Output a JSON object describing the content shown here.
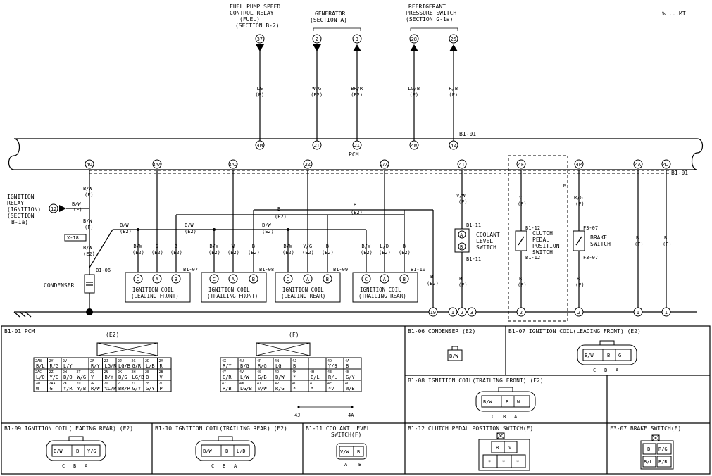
{
  "mt_note": "% ...MT",
  "top_components": {
    "fuel_pump": [
      "FUEL PUMP SPEED",
      "CONTROL RELAY",
      "(FUEL)",
      "(SECTION B-2)"
    ],
    "generator": [
      "GENERATOR",
      "(SECTION A)"
    ],
    "refrigerant": [
      "REFRIGERANT",
      "PRESSURE SWITCH",
      "(SECTION G-1a)"
    ]
  },
  "top_pins": [
    {
      "pin": "37",
      "wire": "LG",
      "conn": "(F)",
      "pcm": "4M"
    },
    {
      "pin": "2",
      "wire": "W/G",
      "conn": "(E2)",
      "pcm": "2T"
    },
    {
      "pin": "3",
      "wire": "BR/R",
      "conn": "(E2)",
      "pcm": "2I"
    },
    {
      "pin": "28",
      "wire": "LG/B",
      "conn": "(F)",
      "pcm": "4W"
    },
    {
      "pin": "25",
      "wire": "R/B",
      "conn": "(F)",
      "pcm": "4Z"
    }
  ],
  "pcm_label": "PCM",
  "b101": "B1-01",
  "bottom_pins": [
    "4O",
    "2AA",
    "2AD",
    "2Z",
    "2AC",
    "4T",
    "4F",
    "4P",
    "4A",
    "4J"
  ],
  "ignition_relay": [
    "IGNITION",
    "RELAY",
    "(IGNITION)",
    "(SECTION",
    "B-1a)"
  ],
  "relay_pin": "12",
  "bw": "B/W",
  "f": "(F)",
  "e2": "(E2)",
  "x18": "X-18",
  "b106": "B1-06",
  "condenser": "CONDENSER",
  "wire_b": "B",
  "wire_g": "G",
  "wire_w": "W",
  "wire_yg": "Y/G",
  "wire_ld": "L/D",
  "wire_vw": "V/W",
  "wire_v": "V",
  "wire_rg": "R/G",
  "coils": [
    {
      "ref": "B1-07",
      "name": [
        "IGNITION COIL",
        "(LEADING FRONT)"
      ],
      "mid": "G"
    },
    {
      "ref": "B1-08",
      "name": [
        "IGNITION COIL",
        "(TRAILING FRONT)"
      ],
      "mid": "W"
    },
    {
      "ref": "B1-09",
      "name": [
        "IGNITION COIL",
        "(LEADING REAR)"
      ],
      "mid": "Y/G"
    },
    {
      "ref": "B1-10",
      "name": [
        "IGNITION COIL",
        "(TRAILING REAR)"
      ],
      "mid": "L/D"
    }
  ],
  "coil_pins": [
    "C",
    "A",
    "B"
  ],
  "coolant": {
    "ref": "B1-11",
    "name": [
      "COOLANT",
      "LEVEL",
      "SWITCH"
    ],
    "pins": [
      "A",
      "B"
    ]
  },
  "clutch": {
    "ref": "B1-12",
    "name": [
      "CLUTCH",
      "PEDAL",
      "POSITION",
      "SWITCH"
    ]
  },
  "brake": {
    "ref": "F3-07",
    "name": [
      "BRAKE",
      "SWITCH"
    ]
  },
  "mt": "MT",
  "ground_nodes": [
    "19",
    "1",
    "2",
    "3",
    "2",
    "2",
    "1",
    "1"
  ],
  "connectors": {
    "pcm_title": "B1-01 PCM",
    "e2": "(E2)",
    "f": "(F)",
    "e2_rows": [
      [
        "2AB B/L",
        "2Y R/G",
        "2V L/Y",
        "",
        "2F R/Y",
        "2J LG/R",
        "2J LG/B",
        "2G G/R",
        "2D L/B",
        "2A R"
      ],
      [
        "2AC L/O",
        "2Z Y/G",
        "2W B/O",
        "2T W/G",
        "2Q Y",
        "2N B/Y",
        "2K B/G",
        "2H LG/B",
        "2E B",
        "2B V"
      ],
      [
        "2AC W",
        "2AA G",
        "2X Y/R",
        "2U Y/B",
        "2R R/W",
        "2O %L/R",
        "2L BR/R",
        "2I G/Y",
        "2F G/Y",
        "2C P"
      ]
    ],
    "f_rows": [
      [
        "4X R/Y",
        "4U B/G",
        "4R R/G",
        "4N LG",
        "4J B",
        "",
        "4D Y/B",
        "4A B"
      ],
      [
        "4Y G/R",
        "4V L/W",
        "4S G/B",
        "4O B/W",
        "4K *",
        "4H B/L",
        "4E R/L",
        "4B G/Y"
      ],
      [
        "4Z R/B",
        "4W LG/B",
        "4T V/W",
        "4P R/G",
        "4L *",
        "4I *",
        "4F *V",
        "4C W/B"
      ]
    ],
    "range": [
      "4J",
      "4A"
    ],
    "b106_title": "B1-06 CONDENSER (E2)",
    "b106_pin": "B/W",
    "b107_title": "B1-07 IGNITION COIL(LEADING FRONT) (E2)",
    "b107_pins": [
      "B/W",
      "B",
      "G"
    ],
    "b108_title": "B1-08 IGNITION COIL(TRAILING FRONT) (E2)",
    "b108_pins": [
      "B/W",
      "B",
      "W"
    ],
    "b109_title": "B1-09 IGNITION COIL(LEADING REAR) (E2)",
    "b109_pins": [
      "B/W",
      "B",
      "Y/G"
    ],
    "b110_title": "B1-10 IGNITION COIL(TRAILING REAR) (E2)",
    "b110_pins": [
      "B/W",
      "B",
      "L/D"
    ],
    "b111_title": [
      "B1-11 COOLANT LEVEL",
      "SWITCH(F)"
    ],
    "b111_pins": [
      "V/W",
      "B"
    ],
    "b111_letters": [
      "A",
      "B"
    ],
    "b112_title": "B1-12 CLUTCH PEDAL POSITION SWITCH(F)",
    "b112_pins": [
      "B",
      "V",
      "*",
      "*",
      "*"
    ],
    "f307_title": "F3-07 BRAKE SWITCH(F)",
    "f307_pins": [
      "B",
      "R/G",
      "B/L",
      "B/R"
    ],
    "cba": [
      "C",
      "B",
      "A"
    ]
  }
}
